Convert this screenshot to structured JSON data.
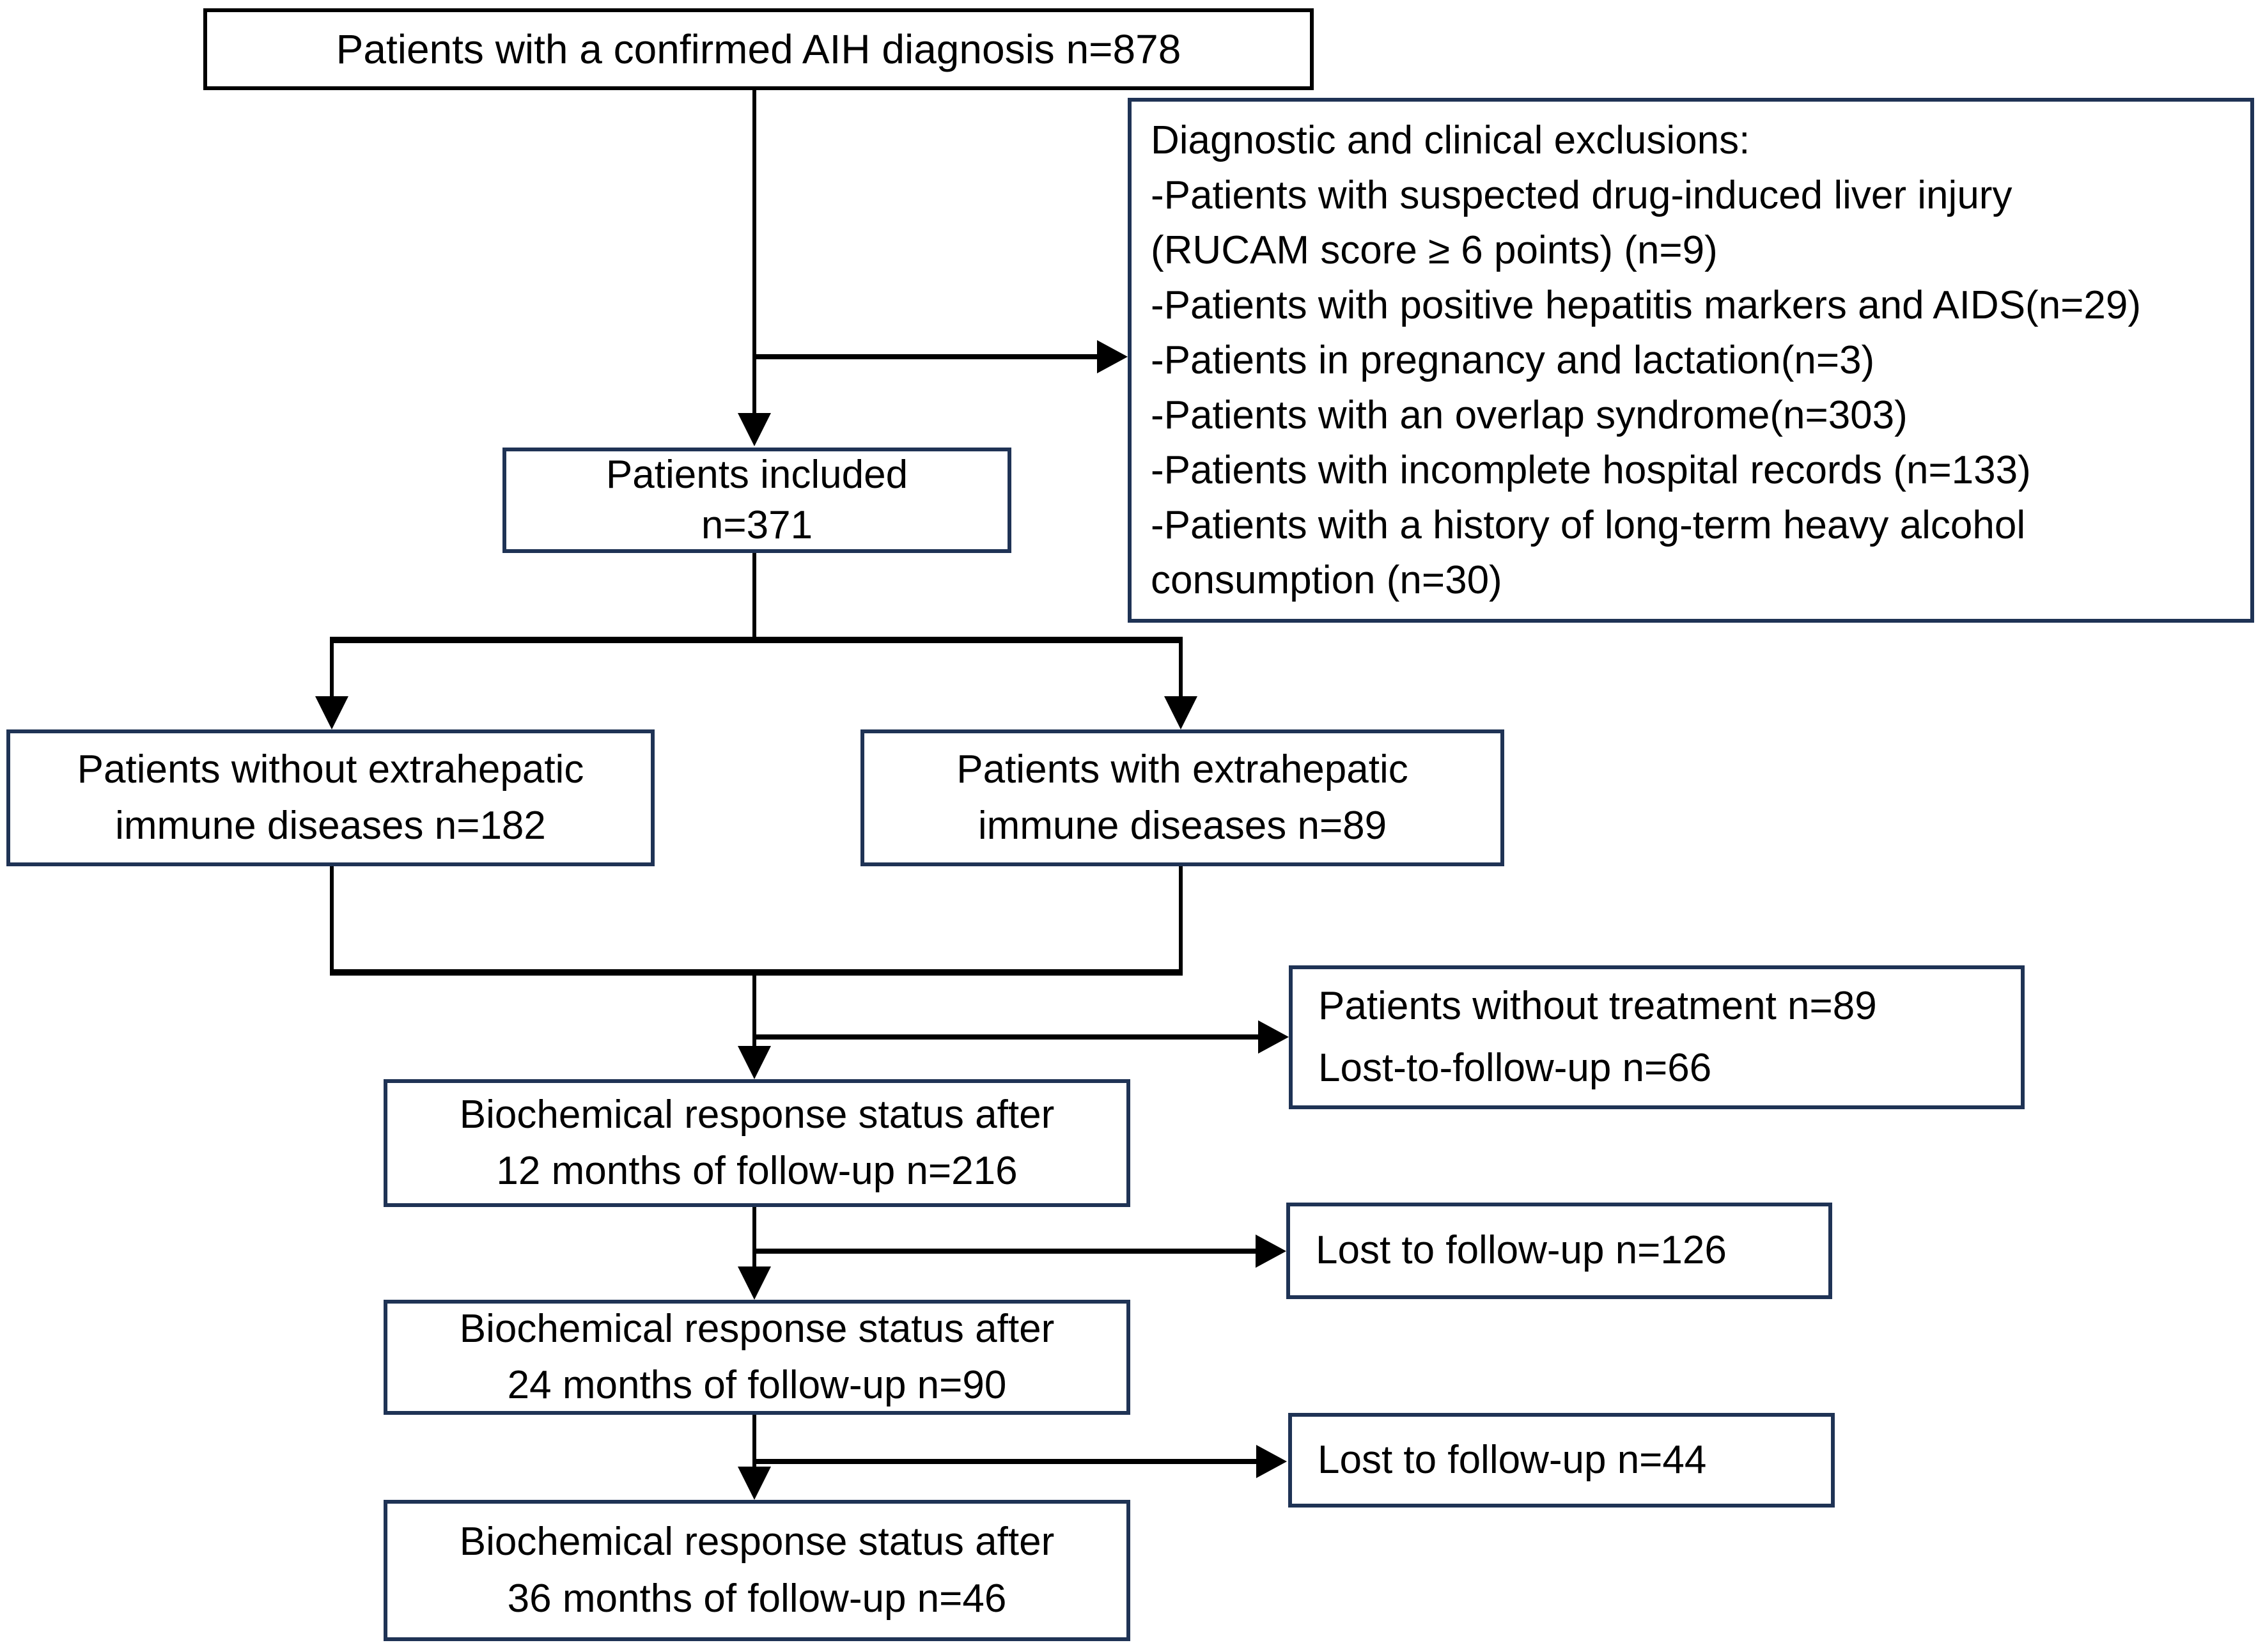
{
  "diagram": {
    "kind": "patient-flow-chart",
    "colors": {
      "background": "#ffffff",
      "text": "#000000",
      "connector_line": "#000000",
      "top_box_border": "#000000",
      "box_border_navy": "#1f3355"
    },
    "nodes": {
      "confirmed": {
        "text": "Patients with a confirmed AIH diagnosis n=878"
      },
      "exclusions": {
        "lines": [
          "Diagnostic and clinical exclusions:",
          "-Patients with suspected drug-induced liver injury",
          "(RUCAM score ≥ 6 points) (n=9)",
          "-Patients with positive hepatitis markers and AIDS(n=29)",
          "-Patients in pregnancy and lactation(n=3)",
          "-Patients with an overlap syndrome(n=303)",
          "-Patients with incomplete hospital records (n=133)",
          "-Patients with a history of long-term heavy alcohol",
          "consumption (n=30)"
        ]
      },
      "included": {
        "line1": "Patients included",
        "line2": "n=371"
      },
      "without_extrahepatic": {
        "line1": "Patients without extrahepatic",
        "line2": "immune diseases n=182"
      },
      "with_extrahepatic": {
        "line1": "Patients with extrahepatic",
        "line2": "immune diseases n=89"
      },
      "without_treatment": {
        "line1": "Patients without treatment n=89",
        "line2": "Lost-to-follow-up n=66"
      },
      "followup_12": {
        "line1": "Biochemical response status after",
        "line2": "12 months of follow-up n=216"
      },
      "lost_126": {
        "text": "Lost to follow-up n=126"
      },
      "followup_24": {
        "line1": "Biochemical response status after",
        "line2": "24 months of follow-up n=90"
      },
      "lost_44": {
        "text": "Lost to follow-up n=44"
      },
      "followup_36": {
        "line1": "Biochemical response status after",
        "line2": "36 months of follow-up n=46"
      }
    }
  }
}
